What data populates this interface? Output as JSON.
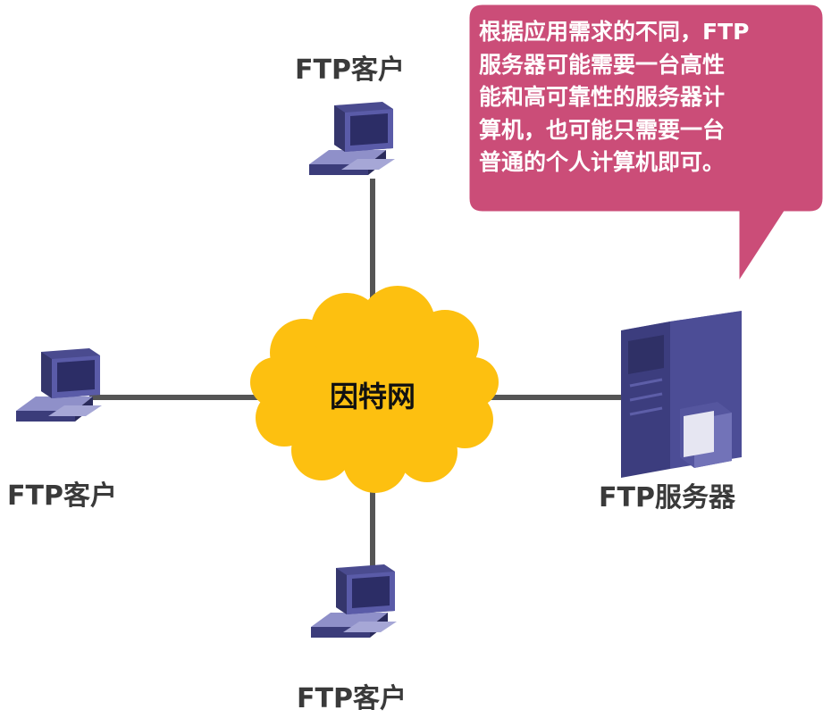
{
  "network": {
    "label": "因特网",
    "cloud_color": "#fdc010"
  },
  "clients": {
    "top_label": "FTP客户",
    "left_label": "FTP客户",
    "bottom_label": "FTP客户"
  },
  "server": {
    "label": "FTP服务器"
  },
  "callout": {
    "lines": [
      "根据应用需求的不同，FTP",
      "服务器可能需要一台高性",
      "能和高可靠性的服务器计",
      "算机，也可能只需要一台",
      "普通的个人计算机即可。"
    ],
    "fill_color": "#cb4d78",
    "border_color": "#ffffff"
  },
  "colors": {
    "connector": "#555555",
    "device": "#4a4b8f",
    "label_text": "#3a3a3a"
  }
}
